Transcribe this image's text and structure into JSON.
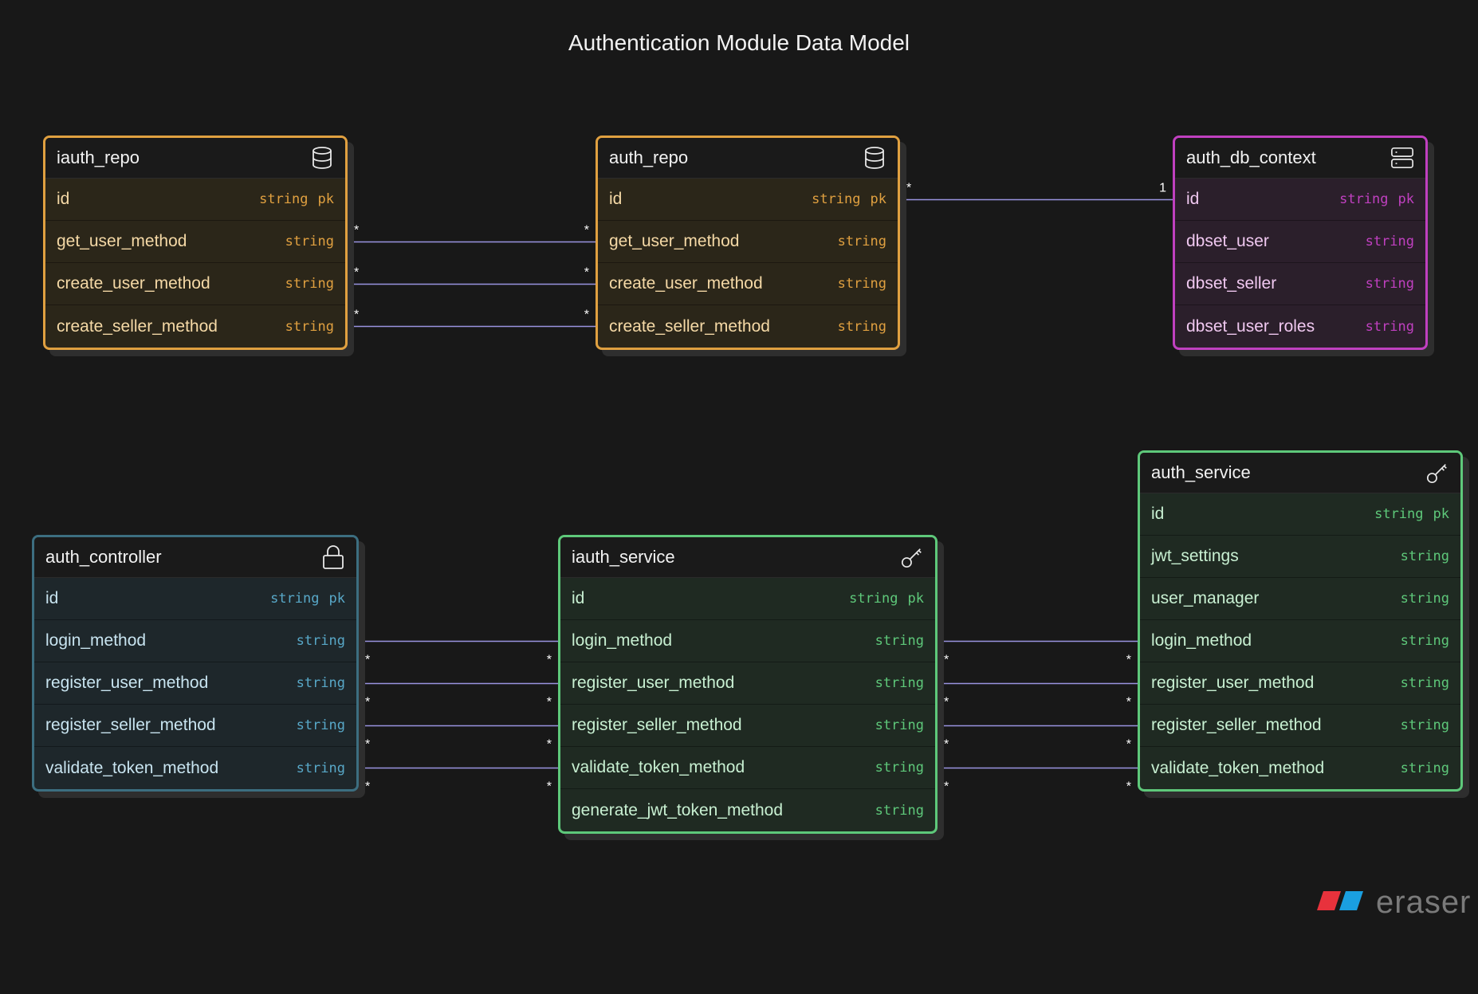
{
  "diagram": {
    "title": "Authentication Module Data Model",
    "brand": "eraser",
    "colors": {
      "orange": "#e0a040",
      "purple": "#c040c0",
      "teal": "#3c6e80",
      "green": "#5ec87a",
      "connector": "#9a93e0",
      "background": "#181818"
    }
  },
  "entities": [
    {
      "id": "iauth_repo",
      "name": "iauth_repo",
      "icon": "database-icon",
      "color": "orange",
      "fields": [
        {
          "name": "id",
          "type": "string",
          "key": "pk"
        },
        {
          "name": "get_user_method",
          "type": "string"
        },
        {
          "name": "create_user_method",
          "type": "string"
        },
        {
          "name": "create_seller_method",
          "type": "string"
        }
      ]
    },
    {
      "id": "auth_repo",
      "name": "auth_repo",
      "icon": "database-icon",
      "color": "orange",
      "fields": [
        {
          "name": "id",
          "type": "string",
          "key": "pk"
        },
        {
          "name": "get_user_method",
          "type": "string"
        },
        {
          "name": "create_user_method",
          "type": "string"
        },
        {
          "name": "create_seller_method",
          "type": "string"
        }
      ]
    },
    {
      "id": "auth_db_context",
      "name": "auth_db_context",
      "icon": "server-icon",
      "color": "purple",
      "fields": [
        {
          "name": "id",
          "type": "string",
          "key": "pk"
        },
        {
          "name": "dbset_user",
          "type": "string"
        },
        {
          "name": "dbset_seller",
          "type": "string"
        },
        {
          "name": "dbset_user_roles",
          "type": "string"
        }
      ]
    },
    {
      "id": "auth_controller",
      "name": "auth_controller",
      "icon": "lock-icon",
      "color": "teal",
      "fields": [
        {
          "name": "id",
          "type": "string",
          "key": "pk"
        },
        {
          "name": "login_method",
          "type": "string"
        },
        {
          "name": "register_user_method",
          "type": "string"
        },
        {
          "name": "register_seller_method",
          "type": "string"
        },
        {
          "name": "validate_token_method",
          "type": "string"
        }
      ]
    },
    {
      "id": "iauth_service",
      "name": "iauth_service",
      "icon": "key-icon",
      "color": "green",
      "fields": [
        {
          "name": "id",
          "type": "string",
          "key": "pk"
        },
        {
          "name": "login_method",
          "type": "string"
        },
        {
          "name": "register_user_method",
          "type": "string"
        },
        {
          "name": "register_seller_method",
          "type": "string"
        },
        {
          "name": "validate_token_method",
          "type": "string"
        },
        {
          "name": "generate_jwt_token_method",
          "type": "string"
        }
      ]
    },
    {
      "id": "auth_service",
      "name": "auth_service",
      "icon": "key-icon",
      "color": "green",
      "fields": [
        {
          "name": "id",
          "type": "string",
          "key": "pk"
        },
        {
          "name": "jwt_settings",
          "type": "string"
        },
        {
          "name": "user_manager",
          "type": "string"
        },
        {
          "name": "login_method",
          "type": "string"
        },
        {
          "name": "register_user_method",
          "type": "string"
        },
        {
          "name": "register_seller_method",
          "type": "string"
        },
        {
          "name": "validate_token_method",
          "type": "string"
        }
      ]
    }
  ],
  "relationships": [
    {
      "from": "iauth_repo",
      "from_row": 1,
      "to": "auth_repo",
      "to_row": 1,
      "from_card": "*",
      "to_card": "*"
    },
    {
      "from": "iauth_repo",
      "from_row": 2,
      "to": "auth_repo",
      "to_row": 2,
      "from_card": "*",
      "to_card": "*"
    },
    {
      "from": "iauth_repo",
      "from_row": 3,
      "to": "auth_repo",
      "to_row": 3,
      "from_card": "*",
      "to_card": "*"
    },
    {
      "from": "auth_repo",
      "from_row": 0,
      "to": "auth_db_context",
      "to_row": 0,
      "from_card": "*",
      "to_card": "1"
    },
    {
      "from": "auth_controller",
      "from_row": 1,
      "to": "iauth_service",
      "to_row": 1,
      "from_card": "*",
      "to_card": "*"
    },
    {
      "from": "auth_controller",
      "from_row": 2,
      "to": "iauth_service",
      "to_row": 2,
      "from_card": "*",
      "to_card": "*"
    },
    {
      "from": "auth_controller",
      "from_row": 3,
      "to": "iauth_service",
      "to_row": 3,
      "from_card": "*",
      "to_card": "*"
    },
    {
      "from": "auth_controller",
      "from_row": 4,
      "to": "iauth_service",
      "to_row": 4,
      "from_card": "*",
      "to_card": "*"
    },
    {
      "from": "iauth_service",
      "from_row": 1,
      "to": "auth_service",
      "to_row": 3,
      "from_card": "*",
      "to_card": "*"
    },
    {
      "from": "iauth_service",
      "from_row": 2,
      "to": "auth_service",
      "to_row": 4,
      "from_card": "*",
      "to_card": "*"
    },
    {
      "from": "iauth_service",
      "from_row": 3,
      "to": "auth_service",
      "to_row": 5,
      "from_card": "*",
      "to_card": "*"
    },
    {
      "from": "iauth_service",
      "from_row": 4,
      "to": "auth_service",
      "to_row": 6,
      "from_card": "*",
      "to_card": "*"
    }
  ]
}
